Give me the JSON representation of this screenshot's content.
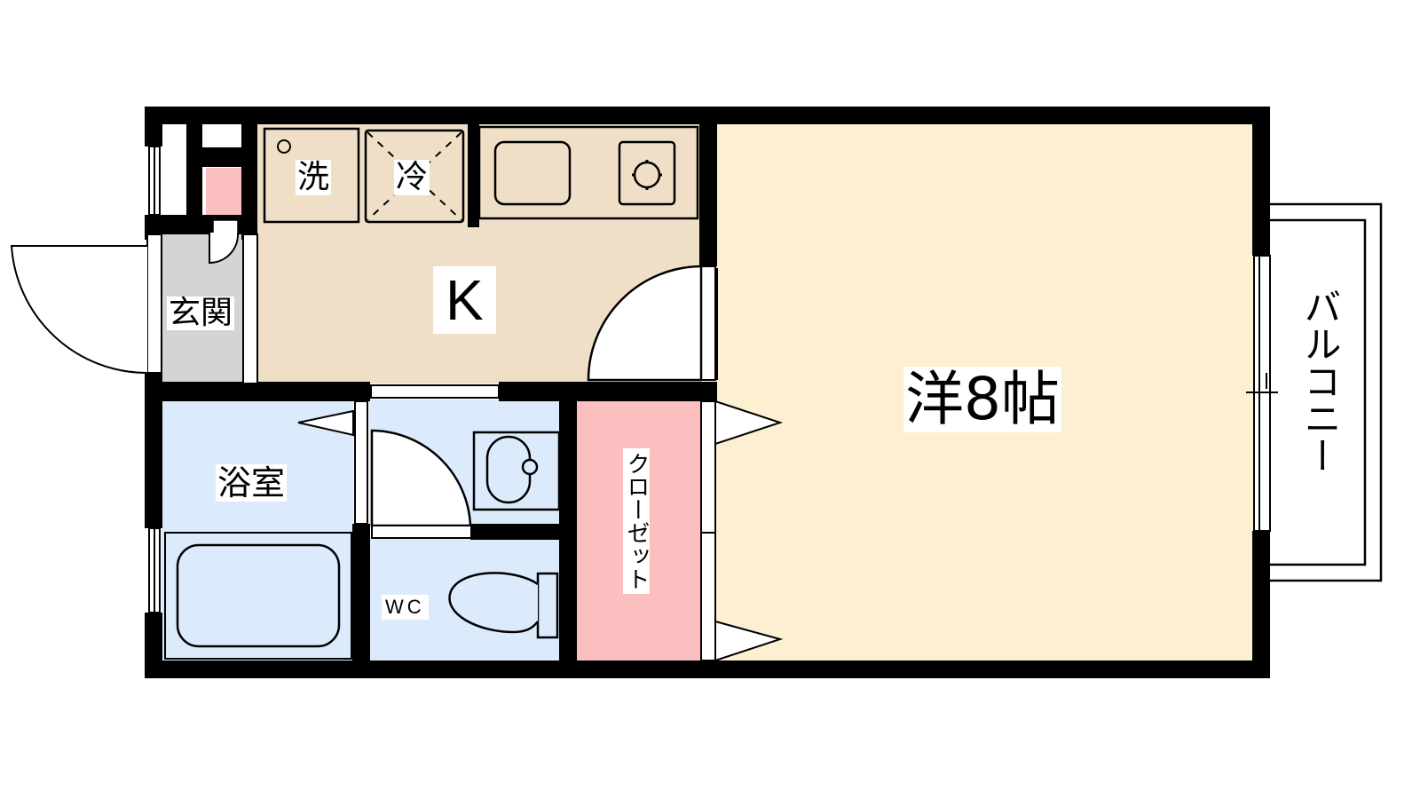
{
  "floorplan": {
    "rooms": {
      "western_room": {
        "label": "洋8帖",
        "color": "#fdefd1"
      },
      "kitchen": {
        "label": "K",
        "color": "#eedfc6"
      },
      "entrance": {
        "label": "玄関",
        "color": "#d4d4d4"
      },
      "bathroom": {
        "label": "浴室",
        "color": "#dcebfb"
      },
      "toilet": {
        "label": "WC",
        "color": "#dcebfb"
      },
      "washroom": {
        "color": "#dcebfb"
      },
      "closet": {
        "label": "クローゼット",
        "color": "#fbbfbf"
      },
      "shoe_box": {
        "color": "#fbbfbf"
      },
      "balcony": {
        "label": "バルコニー",
        "color": "#ffffff"
      }
    },
    "fixtures": {
      "washer": {
        "label": "洗"
      },
      "fridge": {
        "label": "冷"
      },
      "sink": {
        "name": "kitchen-sink"
      },
      "stove": {
        "name": "gas-stove"
      },
      "bathtub": {
        "name": "bathtub"
      },
      "vanity": {
        "name": "wash-basin"
      },
      "toilet": {
        "name": "toilet-bowl"
      }
    },
    "wall_color": "#000000"
  }
}
